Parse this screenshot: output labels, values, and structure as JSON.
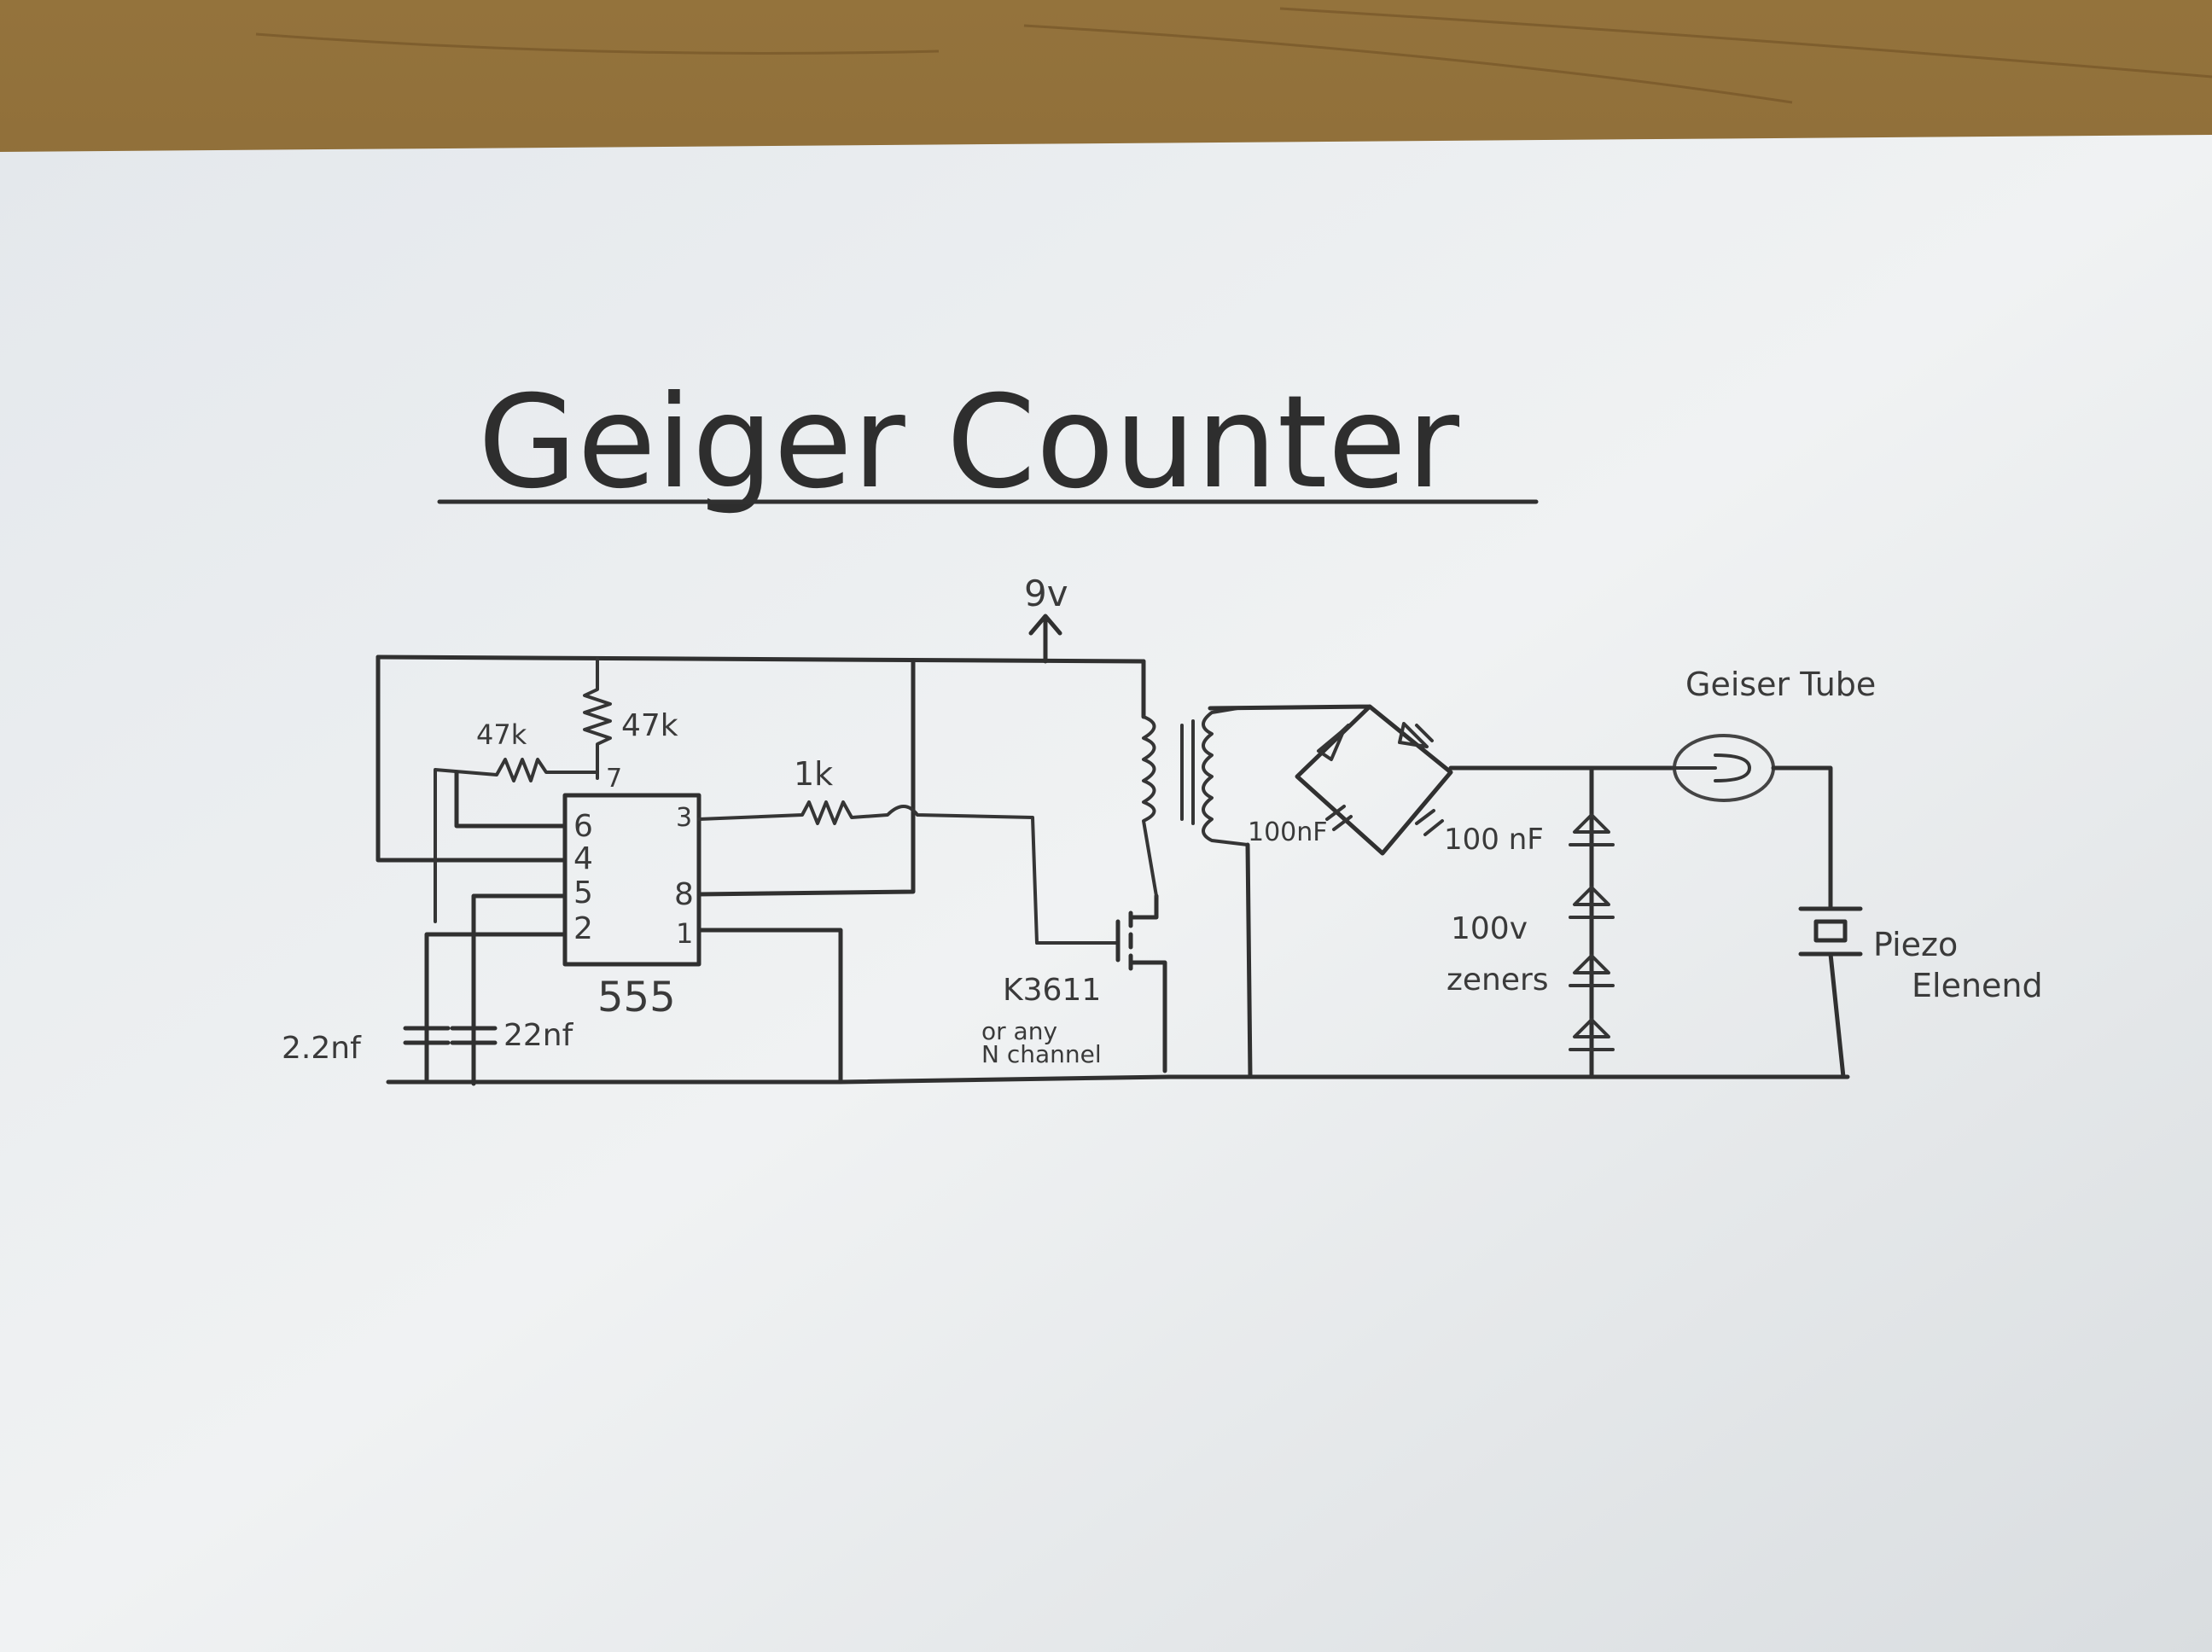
{
  "title": "Geiger Counter",
  "labels": {
    "supply": "9v",
    "r_timing_a": "47k",
    "r_timing_b": "47k",
    "r_gate": "1k",
    "ic_name": "555",
    "pin_6": "6",
    "pin_4": "4",
    "pin_5": "5",
    "pin_2": "2",
    "pin_7": "7",
    "pin_3": "3",
    "pin_8": "8",
    "pin_1": "1",
    "cap_a": "2.2nf",
    "cap_b": "22nf",
    "mosfet": "K3611",
    "mosfet_alt_1": "or any",
    "mosfet_alt_2": "N channel",
    "mult_cap_a": "100nF",
    "mult_cap_b": "100 nF",
    "zener_1": "100v",
    "zener_2": "zeners",
    "tube": "Geiser Tube",
    "piezo_1": "Piezo",
    "piezo_2": "Elenend"
  },
  "colors": {
    "paper": "#eef0f2",
    "desk": "#8a6a35",
    "ink": "#303030"
  }
}
